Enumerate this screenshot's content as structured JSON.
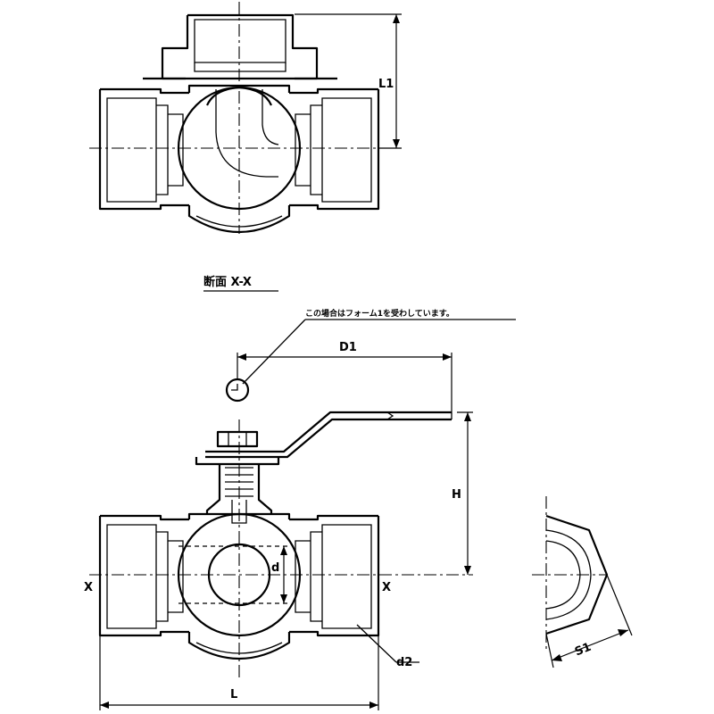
{
  "section_label": "断面 X-X",
  "note_text": "この場合はフォーム1を受わしています。",
  "dimensions": {
    "L1": "L1",
    "D1": "D1",
    "H": "H",
    "d": "d",
    "d2": "d2",
    "L": "L",
    "S1": "S1"
  },
  "section_marks": {
    "left": "X",
    "right": "X"
  }
}
